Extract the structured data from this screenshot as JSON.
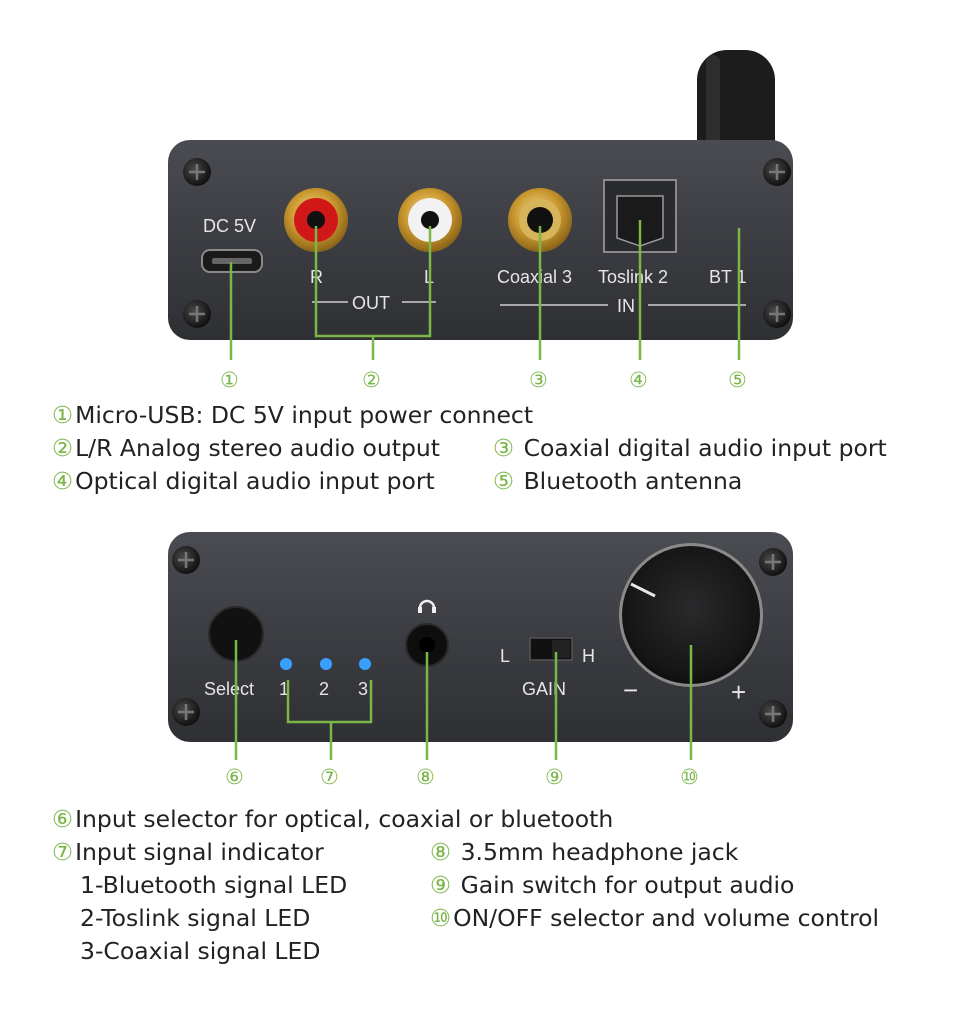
{
  "colors": {
    "accent": "#7ab648",
    "panel": "#3d3f45",
    "text": "#222222",
    "led": "#3aa0ff"
  },
  "rear_panel": {
    "dc_label": "DC 5V",
    "r_label": "R",
    "l_label": "L",
    "out_label": "OUT",
    "coax_label": "Coaxial 3",
    "toslink_label": "Toslink 2",
    "bt_label": "BT 1",
    "in_label": "IN"
  },
  "front_panel": {
    "select_label": "Select",
    "led1_label": "1",
    "led2_label": "2",
    "led3_label": "3",
    "gain_l": "L",
    "gain_h": "H",
    "gain_label": "GAIN",
    "minus_label": "−",
    "plus_label": "+",
    "headphone_icon": "headphone-icon"
  },
  "callouts": {
    "c1": "①",
    "c2": "②",
    "c3": "③",
    "c4": "④",
    "c5": "⑤",
    "c6": "⑥",
    "c7": "⑦",
    "c8": "⑧",
    "c9": "⑨",
    "c10": "⑩"
  },
  "rear_desc": {
    "d1": "Micro-USB: DC 5V input power connect",
    "d2": "L/R Analog stereo audio output",
    "d3": "Coaxial digital audio input port",
    "d4": "Optical digital audio input port",
    "d5": "Bluetooth antenna"
  },
  "front_desc": {
    "d6": "Input selector for optical, coaxial or bluetooth",
    "d7": "Input signal indicator",
    "d7a": "1-Bluetooth signal LED",
    "d7b": "2-Toslink signal LED",
    "d7c": "3-Coaxial signal LED",
    "d8": "3.5mm headphone jack",
    "d9": "Gain switch for output audio",
    "d10": "ON/OFF selector and volume control"
  }
}
